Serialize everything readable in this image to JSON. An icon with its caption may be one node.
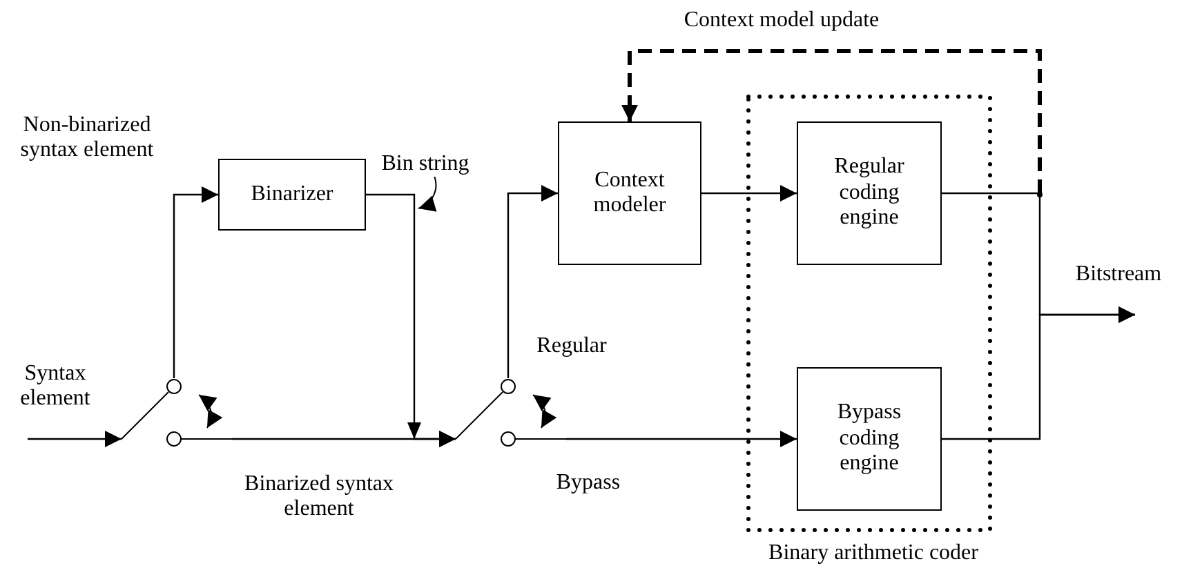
{
  "diagram": {
    "nodes": [
      {
        "text": [
          "Binary arithmetic coder"
        ]
      },
      {
        "text": [
          "Binarizer"
        ]
      },
      {
        "text": [
          "Context modeler"
        ]
      },
      {
        "text": [
          "Regular coding engine"
        ],
        "in": 0
      },
      {
        "text": [
          "Bypass coding engine"
        ],
        "in": 0
      },
      {
        "text": [],
        "shape": "switch"
      },
      {
        "text": [],
        "shape": "switch"
      }
    ],
    "edges": [
      {
        "from": null,
        "to": 5,
        "arrow": "to",
        "label": "Syntax element"
      },
      {
        "from": 5,
        "to": 1,
        "arrow": "to",
        "label": "Non-binarized syntax element"
      },
      {
        "from": 1,
        "to": 6,
        "arrow": "to",
        "label": "Bin string"
      },
      {
        "from": 5,
        "to": 6,
        "arrow": "to",
        "label": "Binarized syntax element"
      },
      {
        "from": 6,
        "to": 2,
        "arrow": "to",
        "label": "Regular"
      },
      {
        "from": 6,
        "to": 4,
        "arrow": "to",
        "label": "Bypass"
      },
      {
        "from": 2,
        "to": 3,
        "arrow": "to"
      },
      {
        "from": 3,
        "to": null,
        "arrow": "to",
        "label": "Bitstream"
      },
      {
        "from": 4,
        "to": null,
        "arrow": "to"
      },
      {
        "from": 3,
        "to": 2,
        "arrow": "to",
        "style": "dashed",
        "label": "Context model update"
      }
    ]
  }
}
